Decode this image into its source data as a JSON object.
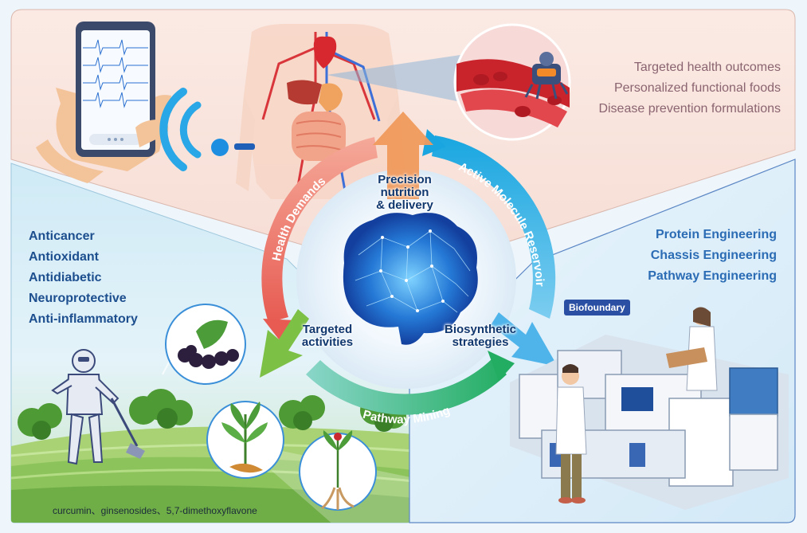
{
  "top_panel": {
    "items": [
      "Targeted health outcomes",
      "Personalized functional foods",
      "Disease prevention formulations"
    ]
  },
  "left_panel": {
    "items": [
      "Anticancer",
      "Antioxidant",
      "Antidiabetic",
      "Neuroprotective",
      "Anti-inflammatory"
    ],
    "compounds": "curcumin、ginsenosides、5,7-dimethoxyflavone"
  },
  "right_panel": {
    "items": [
      "Protein Engineering",
      "Chassis Engineering",
      "Pathway Engineering"
    ],
    "badge": "Biofoundary"
  },
  "cycle": {
    "arc_left": "Health Demands",
    "arc_right": "Active Molecule Reservoir",
    "arc_bottom": "Pathway Mining",
    "hub_top": [
      "Precision",
      "nutrition",
      "& delivery"
    ],
    "hub_left": [
      "Targeted",
      "activities"
    ],
    "hub_right": [
      "Biosynthetic",
      "strategies"
    ]
  },
  "colors": {
    "top_bg": "#f9e6df",
    "left_bg": "#bfe3f3",
    "right_bg": "#e3f1fb",
    "arc_health": "#ef6c5f",
    "arc_reservoir": "#25a9dd",
    "arc_mining": "#2fb36f",
    "arrow_top": "#f09a5c",
    "arrow_left": "#7cc045",
    "arrow_right": "#4fb4ea"
  },
  "icons": [
    "smartphone-ecg-icon",
    "wifi-signal-icon",
    "human-anatomy-icon",
    "blood-vessel-nanorobot-icon",
    "ai-brain-icon",
    "farming-robot-icon",
    "blackberry-icon",
    "turmeric-plant-icon",
    "ginseng-root-icon",
    "lab-scientist-icon",
    "biofoundry-machine-icon"
  ]
}
